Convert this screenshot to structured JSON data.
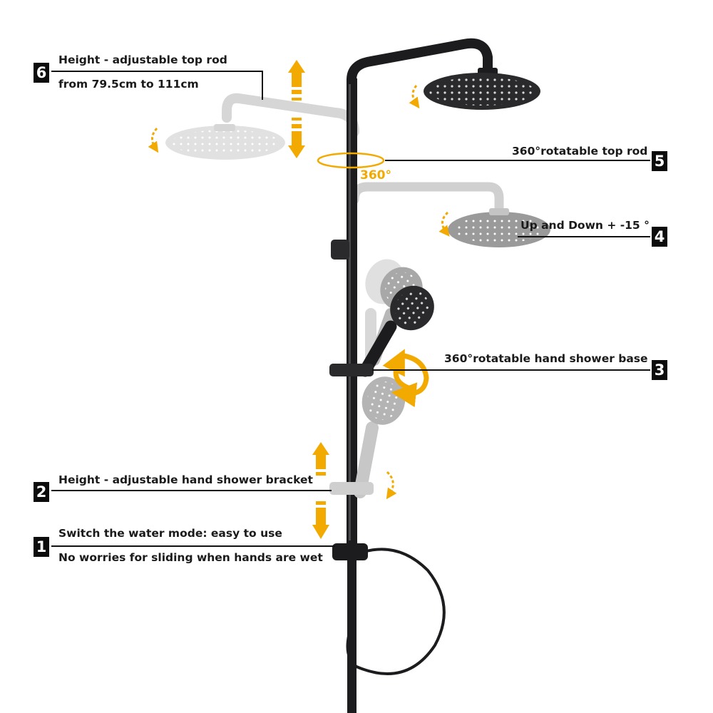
{
  "callouts": [
    {
      "number": "6",
      "lines": [
        "Height -  adjustable top rod",
        "from 79.5cm to 111cm"
      ]
    },
    {
      "number": "5",
      "lines": [
        "360°rotatable top rod"
      ]
    },
    {
      "number": "4",
      "lines": [
        "Up and Down + -15 °"
      ]
    },
    {
      "number": "3",
      "lines": [
        "360°rotatable hand shower base"
      ]
    },
    {
      "number": "2",
      "lines": [
        "Height - adjustable hand shower bracket"
      ]
    },
    {
      "number": "1",
      "lines": [
        "Switch the water mode: easy to use",
        "No worries for sliding when hands are wet"
      ]
    }
  ],
  "rotation_label": "360°",
  "colors": {
    "arrow": "#f2a900",
    "fixture": "#1c1c1e",
    "ghost": "#cfcfcf",
    "text": "#1a1a1a"
  }
}
